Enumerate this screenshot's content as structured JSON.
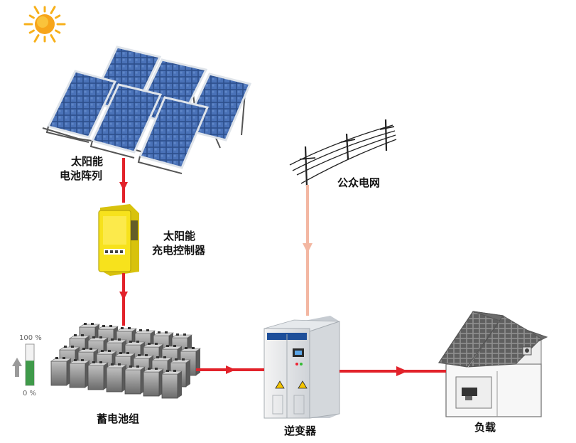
{
  "labels": {
    "solar_array_line1": "太阳能",
    "solar_array_line2": "电池阵列",
    "controller_line1": "太阳能",
    "controller_line2": "充电控制器",
    "public_grid": "公众电网",
    "battery_bank": "蓄电池组",
    "inverter": "逆变器",
    "load": "负载"
  },
  "battery_gauge": {
    "top_label": "100 %",
    "bottom_label": "0 %",
    "level_fraction": 0.6
  },
  "colors": {
    "flow_arrow": "#e2222a",
    "grid_arrow": "#f3b7a2",
    "sun": "#f7b01a",
    "panel_cell": "#2d4f8c",
    "controller": "#f7e21c",
    "battery_fill": "#3f9a4a"
  },
  "icons": [
    "sun-icon",
    "solar-panel-icon",
    "charge-controller-icon",
    "power-line-icon",
    "battery-icon",
    "inverter-icon",
    "house-icon"
  ]
}
